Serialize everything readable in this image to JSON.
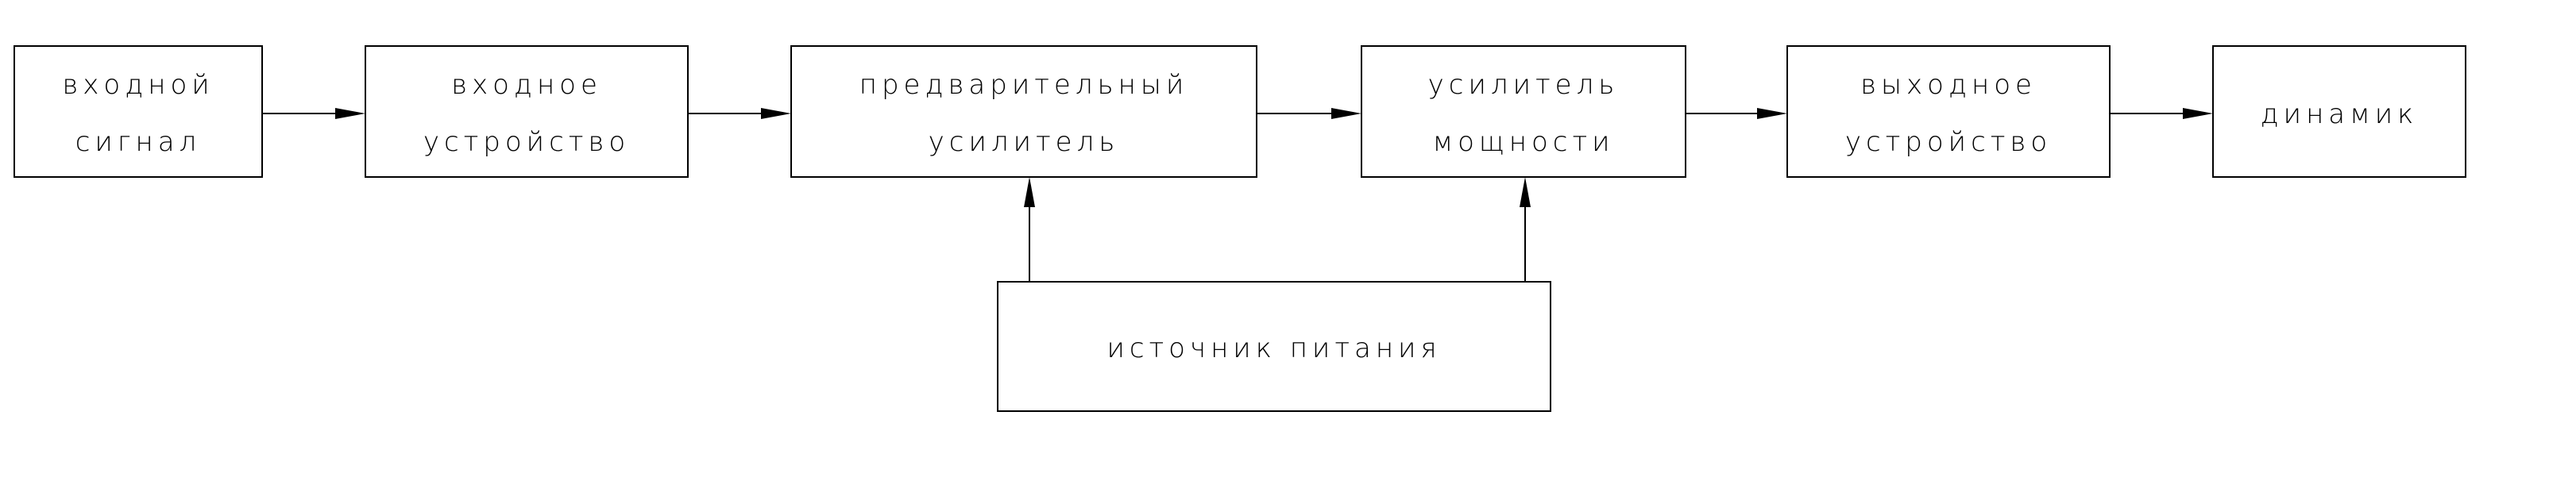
{
  "diagram": {
    "blocks": {
      "input_signal": {
        "line1": "входной",
        "line2": "сигнал"
      },
      "input_device": {
        "line1": "входное",
        "line2": "устройство"
      },
      "preamplifier": {
        "line1": "предварительный",
        "line2": "усилитель"
      },
      "power_amplifier": {
        "line1": "усилитель",
        "line2": "мощности"
      },
      "output_device": {
        "line1": "выходное",
        "line2": "устройство"
      },
      "speaker": {
        "line1": "динамик"
      },
      "power_supply": {
        "line1": "источник питания"
      }
    },
    "colors": {
      "stroke": "#000000",
      "background": "#ffffff"
    }
  }
}
